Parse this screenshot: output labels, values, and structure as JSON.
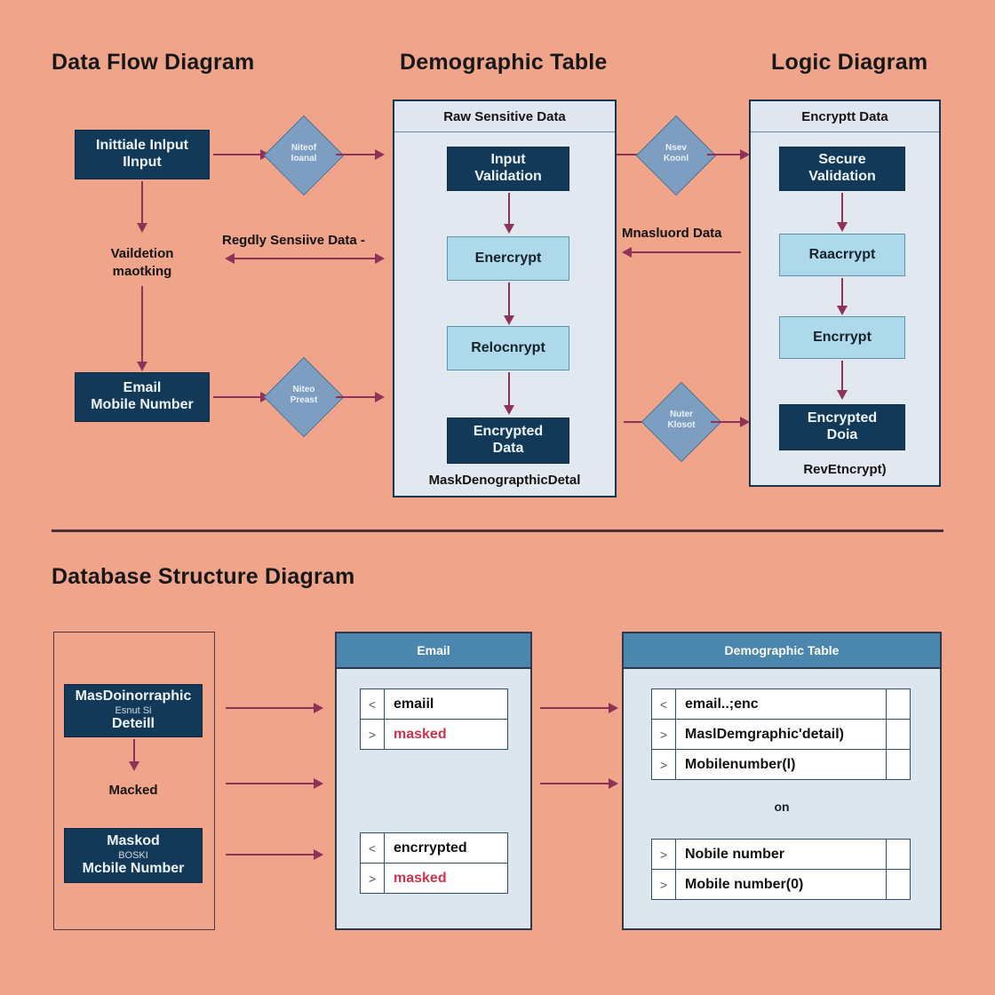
{
  "page": {
    "background_color": "#f0a58a",
    "accent_dark": "#123a58",
    "accent_light": "#aed9ea",
    "arrow_color": "#8e3257",
    "header_blue": "#4a86ad"
  },
  "sections": {
    "data_flow_title": "Data Flow Diagram",
    "demographic_title": "Demographic Table",
    "logic_title": "Logic Diagram",
    "database_title": "Database Structure Diagram"
  },
  "data_flow": {
    "node_initial": {
      "line1": "Inittiale Inlput",
      "line2": "Ilnput"
    },
    "node_email": {
      "line1": "Email",
      "line2": "Mobile Number"
    },
    "mid_text": {
      "line1": "Vaildetion",
      "line2": "maotking"
    },
    "diamond_top": {
      "line1": "Niteof",
      "line2": "Ioanal"
    },
    "diamond_bottom": {
      "line1": "Niteo",
      "line2": "Preast"
    },
    "bidirectional_label": "Regdly Sensiive Data -"
  },
  "demographic_panel": {
    "header": "Raw Sensitive Data",
    "nodes": [
      {
        "label_line1": "Input",
        "label_line2": "Validation",
        "style": "dark"
      },
      {
        "label_line1": "Enercrypt",
        "label_line2": "",
        "style": "light"
      },
      {
        "label_line1": "Relocnrypt",
        "label_line2": "",
        "style": "light"
      },
      {
        "label_line1": "Encrypted",
        "label_line2": "Data",
        "style": "dark"
      }
    ],
    "caption": "MaskDenograpthicDetal"
  },
  "logic_panel": {
    "header": "Encryptt Data",
    "nodes": [
      {
        "label_line1": "Secure",
        "label_line2": "Validation",
        "style": "dark"
      },
      {
        "label_line1": "Raacrrypt",
        "label_line2": "",
        "style": "light"
      },
      {
        "label_line1": "Encrrypt",
        "label_line2": "",
        "style": "light"
      },
      {
        "label_line1": "Encrypted",
        "label_line2": "Doia",
        "style": "dark"
      }
    ],
    "caption": "RevEtncrypt)",
    "masked_label": "Mnasluord Data",
    "diamond_top": {
      "line1": "Nsev",
      "line2": "Koonl"
    },
    "diamond_bottom": {
      "line1": "Nuter",
      "line2": "Klosot"
    }
  },
  "database": {
    "left_box": {
      "node_top": {
        "line1": "MasDoinorraphic",
        "line2": "Esnut Si",
        "line3": "Deteill"
      },
      "middle_text": "Macked",
      "node_bottom": {
        "line1": "Maskod",
        "line2": "BOSKI",
        "line3": "Mcbile Number"
      }
    },
    "email_panel": {
      "header": "Email",
      "table_top": [
        {
          "chevron": "<",
          "value": "emaiil",
          "red": false
        },
        {
          "chevron": ">",
          "value": "masked",
          "red": true
        }
      ],
      "table_bottom": [
        {
          "chevron": "<",
          "value": "encrrypted",
          "red": false
        },
        {
          "chevron": ">",
          "value": "masked",
          "red": true
        }
      ]
    },
    "demographic_panel": {
      "header": "Demographic Table",
      "table_top": [
        {
          "chevron": "<",
          "value": "email..;enc"
        },
        {
          "chevron": ">",
          "value": "MaslDemgraphic'detail)"
        },
        {
          "chevron": ">",
          "value": "Mobilenumber(l)"
        }
      ],
      "note": "on",
      "table_bottom": [
        {
          "chevron": ">",
          "value": "Nobile number"
        },
        {
          "chevron": ">",
          "value": "Mobile number(0)"
        }
      ]
    }
  }
}
